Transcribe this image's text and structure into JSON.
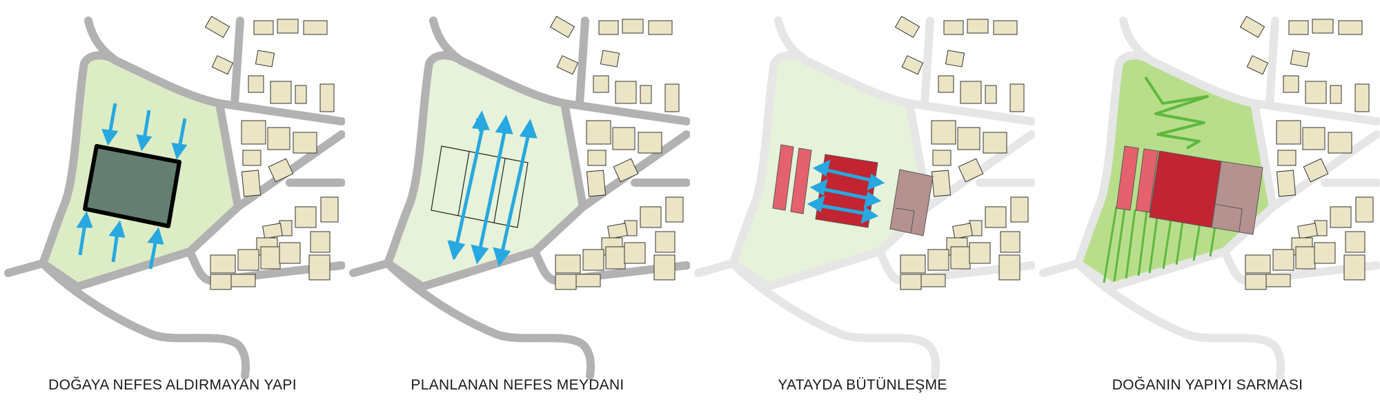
{
  "panels": [
    {
      "caption": "DOĞAYA NEFES ALDIRMAYAN YAPI"
    },
    {
      "caption": "PLANLANAN NEFES MEYDANI"
    },
    {
      "caption": "YATAYDA BÜTÜNLEŞME"
    },
    {
      "caption": "DOĞANIN YAPIYI SARMASI"
    }
  ],
  "colors": {
    "road_dark": "#b2b2b2",
    "road_light": "#e6e6e6",
    "building_fill": "#ebe5c5",
    "green_pale": "#dcedc6",
    "green_paler": "#e6f2d9",
    "green_strong": "#b8de8c",
    "green_line": "#5eb83c",
    "arrow_blue": "#27a8e0",
    "dark_block": "#647e72",
    "red": "#c22432",
    "pink": "#e4626d",
    "mauve": "#b59190"
  }
}
